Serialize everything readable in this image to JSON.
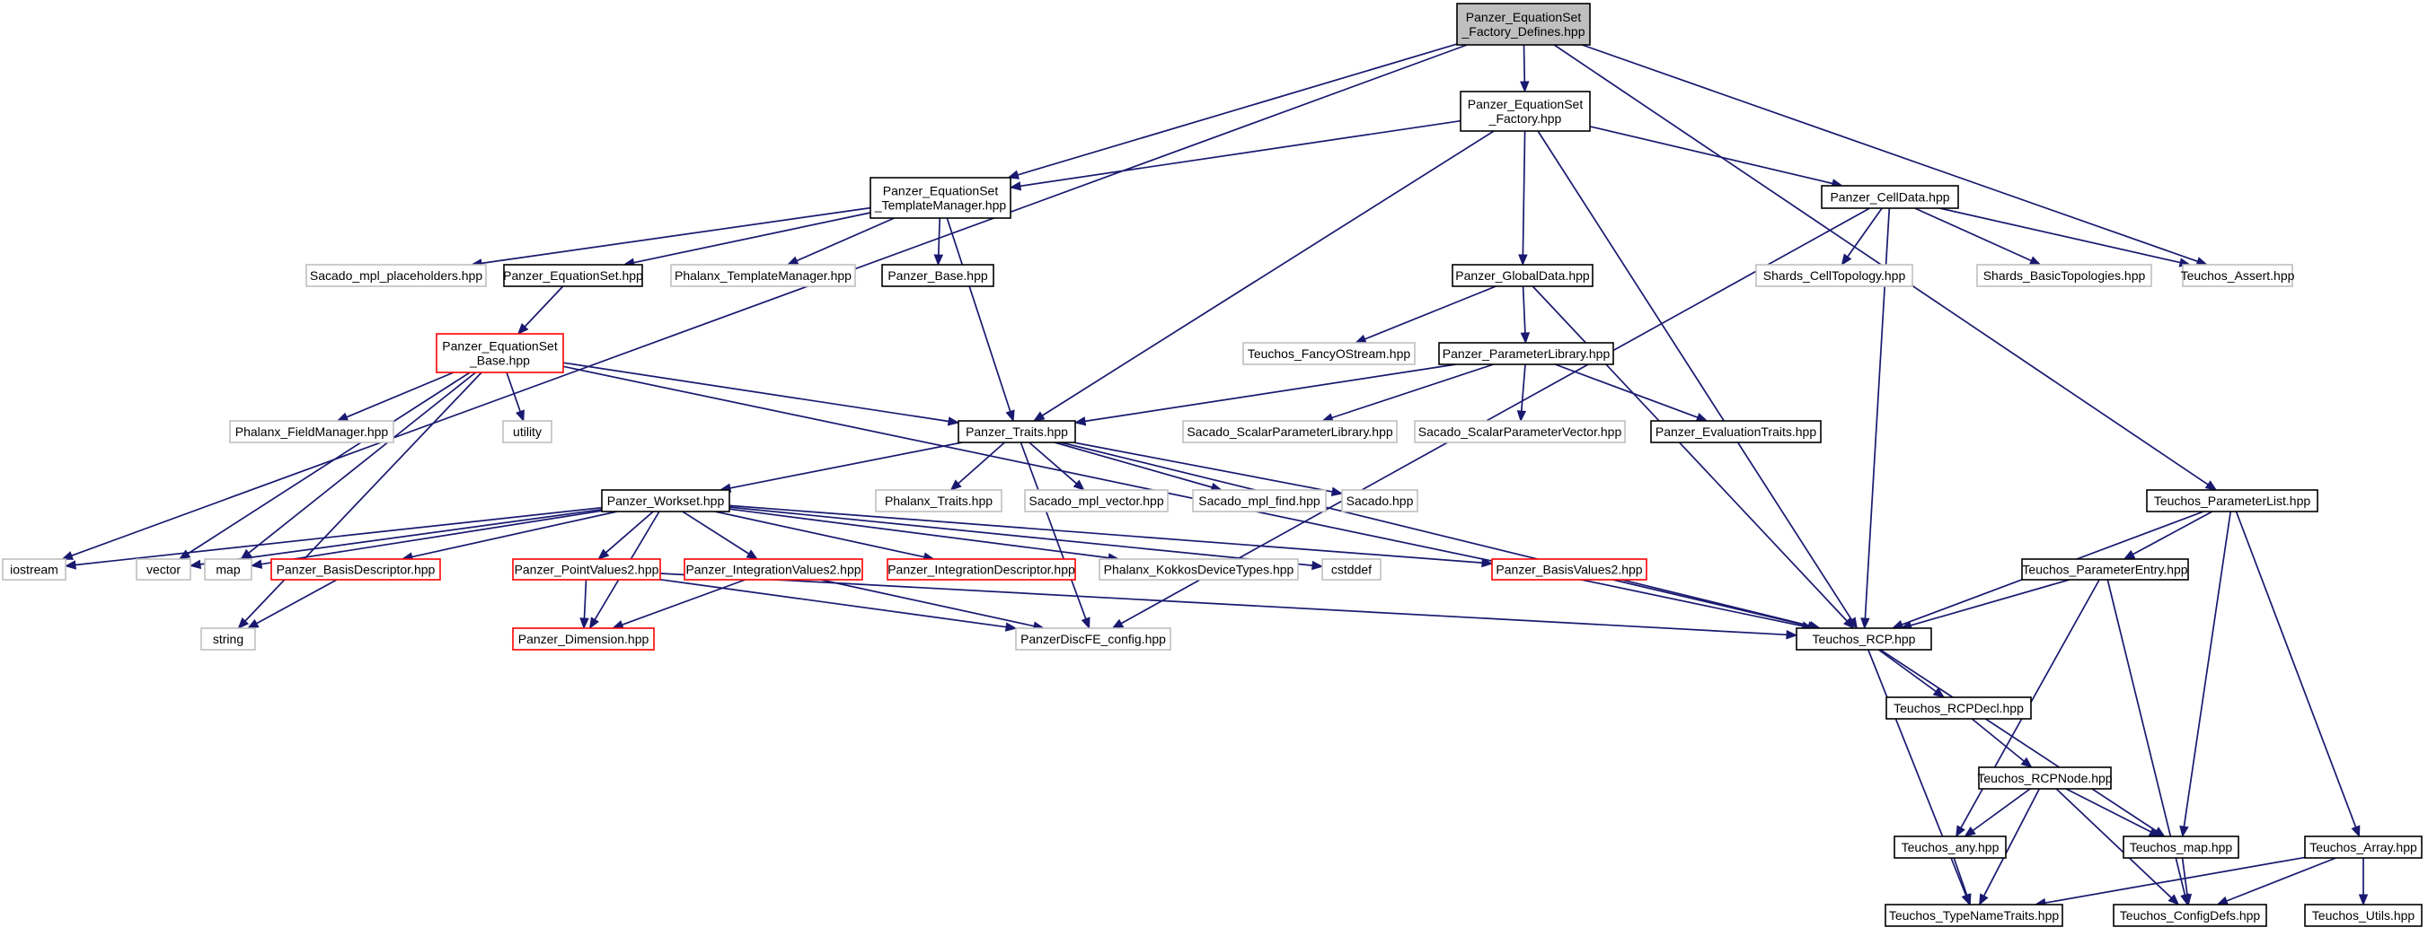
{
  "colors": {
    "edge": "#191970",
    "root_fill": "#bfbfbf",
    "normal_border": "#000000",
    "external_border": "#bfbfbf",
    "incomplete_border": "#ff0000",
    "text": "#000000"
  },
  "nodes": [
    {
      "id": "root",
      "label": "Panzer_EquationSet\n_Factory_Defines.hpp",
      "kind": "root"
    },
    {
      "id": "iostream",
      "label": "iostream",
      "kind": "external"
    },
    {
      "id": "eqsfac",
      "label": "Panzer_EquationSet\n_Factory.hpp",
      "kind": "normal"
    },
    {
      "id": "eqstm",
      "label": "Panzer_EquationSet\n_TemplateManager.hpp",
      "kind": "normal"
    },
    {
      "id": "celldata",
      "label": "Panzer_CellData.hpp",
      "kind": "normal"
    },
    {
      "id": "tassert",
      "label": "Teuchos_Assert.hpp",
      "kind": "external"
    },
    {
      "id": "plist",
      "label": "Teuchos_ParameterList.hpp",
      "kind": "normal"
    },
    {
      "id": "sacplace",
      "label": "Sacado_mpl_placeholders.hpp",
      "kind": "external"
    },
    {
      "id": "eqset",
      "label": "Panzer_EquationSet.hpp",
      "kind": "normal"
    },
    {
      "id": "phxtm",
      "label": "Phalanx_TemplateManager.hpp",
      "kind": "external"
    },
    {
      "id": "pbase",
      "label": "Panzer_Base.hpp",
      "kind": "normal"
    },
    {
      "id": "globaldata",
      "label": "Panzer_GlobalData.hpp",
      "kind": "normal"
    },
    {
      "id": "shardstopo",
      "label": "Shards_CellTopology.hpp",
      "kind": "external"
    },
    {
      "id": "shardsbasic",
      "label": "Shards_BasicTopologies.hpp",
      "kind": "external"
    },
    {
      "id": "eqsbase",
      "label": "Panzer_EquationSet\n_Base.hpp",
      "kind": "incomplete"
    },
    {
      "id": "fancyos",
      "label": "Teuchos_FancyOStream.hpp",
      "kind": "external"
    },
    {
      "id": "paramlib",
      "label": "Panzer_ParameterLibrary.hpp",
      "kind": "normal"
    },
    {
      "id": "phxfm",
      "label": "Phalanx_FieldManager.hpp",
      "kind": "external"
    },
    {
      "id": "utility",
      "label": "utility",
      "kind": "external"
    },
    {
      "id": "traits",
      "label": "Panzer_Traits.hpp",
      "kind": "normal"
    },
    {
      "id": "sacscalarlib",
      "label": "Sacado_ScalarParameterLibrary.hpp",
      "kind": "external"
    },
    {
      "id": "sacscalarvec",
      "label": "Sacado_ScalarParameterVector.hpp",
      "kind": "external"
    },
    {
      "id": "evaltraits",
      "label": "Panzer_EvaluationTraits.hpp",
      "kind": "normal"
    },
    {
      "id": "workset",
      "label": "Panzer_Workset.hpp",
      "kind": "normal"
    },
    {
      "id": "phxtraits",
      "label": "Phalanx_Traits.hpp",
      "kind": "external"
    },
    {
      "id": "sacvec",
      "label": "Sacado_mpl_vector.hpp",
      "kind": "external"
    },
    {
      "id": "sacfind",
      "label": "Sacado_mpl_find.hpp",
      "kind": "external"
    },
    {
      "id": "sacado",
      "label": "Sacado.hpp",
      "kind": "external"
    },
    {
      "id": "vector",
      "label": "vector",
      "kind": "external"
    },
    {
      "id": "map",
      "label": "map",
      "kind": "external"
    },
    {
      "id": "basisdesc",
      "label": "Panzer_BasisDescriptor.hpp",
      "kind": "incomplete"
    },
    {
      "id": "pointvals",
      "label": "Panzer_PointValues2.hpp",
      "kind": "incomplete"
    },
    {
      "id": "intvals",
      "label": "Panzer_IntegrationValues2.hpp",
      "kind": "incomplete"
    },
    {
      "id": "intdesc",
      "label": "Panzer_IntegrationDescriptor.hpp",
      "kind": "incomplete"
    },
    {
      "id": "kokkos",
      "label": "Phalanx_KokkosDeviceTypes.hpp",
      "kind": "external"
    },
    {
      "id": "cstddef",
      "label": "cstddef",
      "kind": "external"
    },
    {
      "id": "basisvals",
      "label": "Panzer_BasisValues2.hpp",
      "kind": "incomplete"
    },
    {
      "id": "pentry",
      "label": "Teuchos_ParameterEntry.hpp",
      "kind": "normal"
    },
    {
      "id": "string",
      "label": "string",
      "kind": "external"
    },
    {
      "id": "dimension",
      "label": "Panzer_Dimension.hpp",
      "kind": "incomplete"
    },
    {
      "id": "discfe",
      "label": "PanzerDiscFE_config.hpp",
      "kind": "external"
    },
    {
      "id": "rcp",
      "label": "Teuchos_RCP.hpp",
      "kind": "normal"
    },
    {
      "id": "rcpdecl",
      "label": "Teuchos_RCPDecl.hpp",
      "kind": "normal"
    },
    {
      "id": "rcpnode",
      "label": "Teuchos_RCPNode.hpp",
      "kind": "normal"
    },
    {
      "id": "tany",
      "label": "Teuchos_any.hpp",
      "kind": "normal"
    },
    {
      "id": "tmap",
      "label": "Teuchos_map.hpp",
      "kind": "normal"
    },
    {
      "id": "tarray",
      "label": "Teuchos_Array.hpp",
      "kind": "normal"
    },
    {
      "id": "typename",
      "label": "Teuchos_TypeNameTraits.hpp",
      "kind": "normal"
    },
    {
      "id": "configdefs",
      "label": "Teuchos_ConfigDefs.hpp",
      "kind": "normal"
    },
    {
      "id": "utils",
      "label": "Teuchos_Utils.hpp",
      "kind": "normal"
    }
  ],
  "edges": [
    [
      "root",
      "iostream"
    ],
    [
      "root",
      "eqsfac"
    ],
    [
      "root",
      "eqstm"
    ],
    [
      "root",
      "tassert"
    ],
    [
      "root",
      "plist"
    ],
    [
      "eqsfac",
      "eqstm"
    ],
    [
      "eqsfac",
      "celldata"
    ],
    [
      "eqsfac",
      "globaldata"
    ],
    [
      "eqsfac",
      "traits"
    ],
    [
      "eqsfac",
      "rcp"
    ],
    [
      "eqstm",
      "sacplace"
    ],
    [
      "eqstm",
      "eqset"
    ],
    [
      "eqstm",
      "phxtm"
    ],
    [
      "eqstm",
      "pbase"
    ],
    [
      "eqstm",
      "traits"
    ],
    [
      "eqset",
      "eqsbase"
    ],
    [
      "eqsbase",
      "phxfm"
    ],
    [
      "eqsbase",
      "utility"
    ],
    [
      "eqsbase",
      "traits"
    ],
    [
      "eqsbase",
      "vector"
    ],
    [
      "eqsbase",
      "map"
    ],
    [
      "eqsbase",
      "string"
    ],
    [
      "eqsbase",
      "rcp"
    ],
    [
      "celldata",
      "shardstopo"
    ],
    [
      "celldata",
      "shardsbasic"
    ],
    [
      "celldata",
      "tassert"
    ],
    [
      "celldata",
      "rcp"
    ],
    [
      "celldata",
      "discfe"
    ],
    [
      "globaldata",
      "fancyos"
    ],
    [
      "globaldata",
      "paramlib"
    ],
    [
      "globaldata",
      "rcp"
    ],
    [
      "paramlib",
      "traits"
    ],
    [
      "paramlib",
      "sacscalarlib"
    ],
    [
      "paramlib",
      "sacscalarvec"
    ],
    [
      "paramlib",
      "evaltraits"
    ],
    [
      "traits",
      "workset"
    ],
    [
      "traits",
      "phxtraits"
    ],
    [
      "traits",
      "sacvec"
    ],
    [
      "traits",
      "sacfind"
    ],
    [
      "traits",
      "sacado"
    ],
    [
      "traits",
      "discfe"
    ],
    [
      "traits",
      "rcp"
    ],
    [
      "workset",
      "iostream"
    ],
    [
      "workset",
      "vector"
    ],
    [
      "workset",
      "map"
    ],
    [
      "workset",
      "basisdesc"
    ],
    [
      "workset",
      "pointvals"
    ],
    [
      "workset",
      "intvals"
    ],
    [
      "workset",
      "intdesc"
    ],
    [
      "workset",
      "kokkos"
    ],
    [
      "workset",
      "cstddef"
    ],
    [
      "workset",
      "basisvals"
    ],
    [
      "workset",
      "dimension"
    ],
    [
      "basisdesc",
      "string"
    ],
    [
      "pointvals",
      "dimension"
    ],
    [
      "pointvals",
      "discfe"
    ],
    [
      "pointvals",
      "rcp"
    ],
    [
      "intvals",
      "dimension"
    ],
    [
      "intvals",
      "discfe"
    ],
    [
      "basisvals",
      "rcp"
    ],
    [
      "plist",
      "rcp"
    ],
    [
      "plist",
      "pentry"
    ],
    [
      "plist",
      "tmap"
    ],
    [
      "plist",
      "tarray"
    ],
    [
      "pentry",
      "rcp"
    ],
    [
      "pentry",
      "tany"
    ],
    [
      "pentry",
      "configdefs"
    ],
    [
      "rcp",
      "rcpdecl"
    ],
    [
      "rcp",
      "tmap"
    ],
    [
      "rcp",
      "typename"
    ],
    [
      "rcpdecl",
      "rcpnode"
    ],
    [
      "rcpnode",
      "tany"
    ],
    [
      "rcpnode",
      "tmap"
    ],
    [
      "rcpnode",
      "typename"
    ],
    [
      "rcpnode",
      "configdefs"
    ],
    [
      "tany",
      "typename"
    ],
    [
      "tmap",
      "configdefs"
    ],
    [
      "tarray",
      "typename"
    ],
    [
      "tarray",
      "configdefs"
    ],
    [
      "tarray",
      "utils"
    ]
  ]
}
